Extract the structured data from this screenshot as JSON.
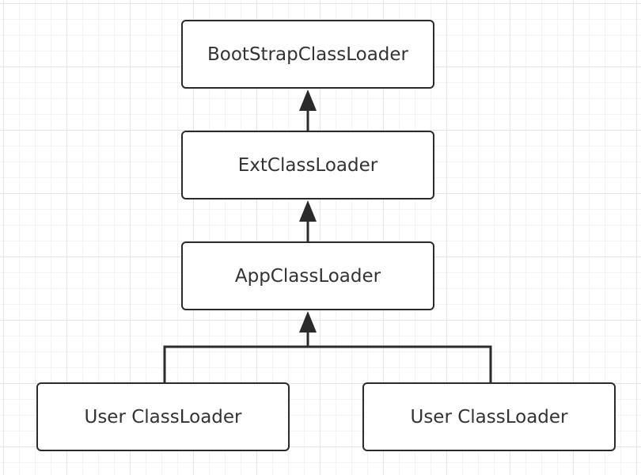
{
  "diagram": {
    "nodes": [
      {
        "id": "bootstrap",
        "label": "BootStrapClassLoader"
      },
      {
        "id": "ext",
        "label": "ExtClassLoader"
      },
      {
        "id": "app",
        "label": "AppClassLoader"
      },
      {
        "id": "user-1",
        "label": "User ClassLoader"
      },
      {
        "id": "user-2",
        "label": "User ClassLoader"
      }
    ],
    "edges": [
      {
        "from": "ext",
        "to": "bootstrap"
      },
      {
        "from": "app",
        "to": "ext"
      },
      {
        "from": "user-1",
        "to": "app"
      },
      {
        "from": "user-2",
        "to": "app"
      }
    ],
    "colors": {
      "stroke": "#2b2b2b",
      "text": "#333333",
      "grid": "#e3e3e3",
      "background": "#ffffff"
    }
  }
}
